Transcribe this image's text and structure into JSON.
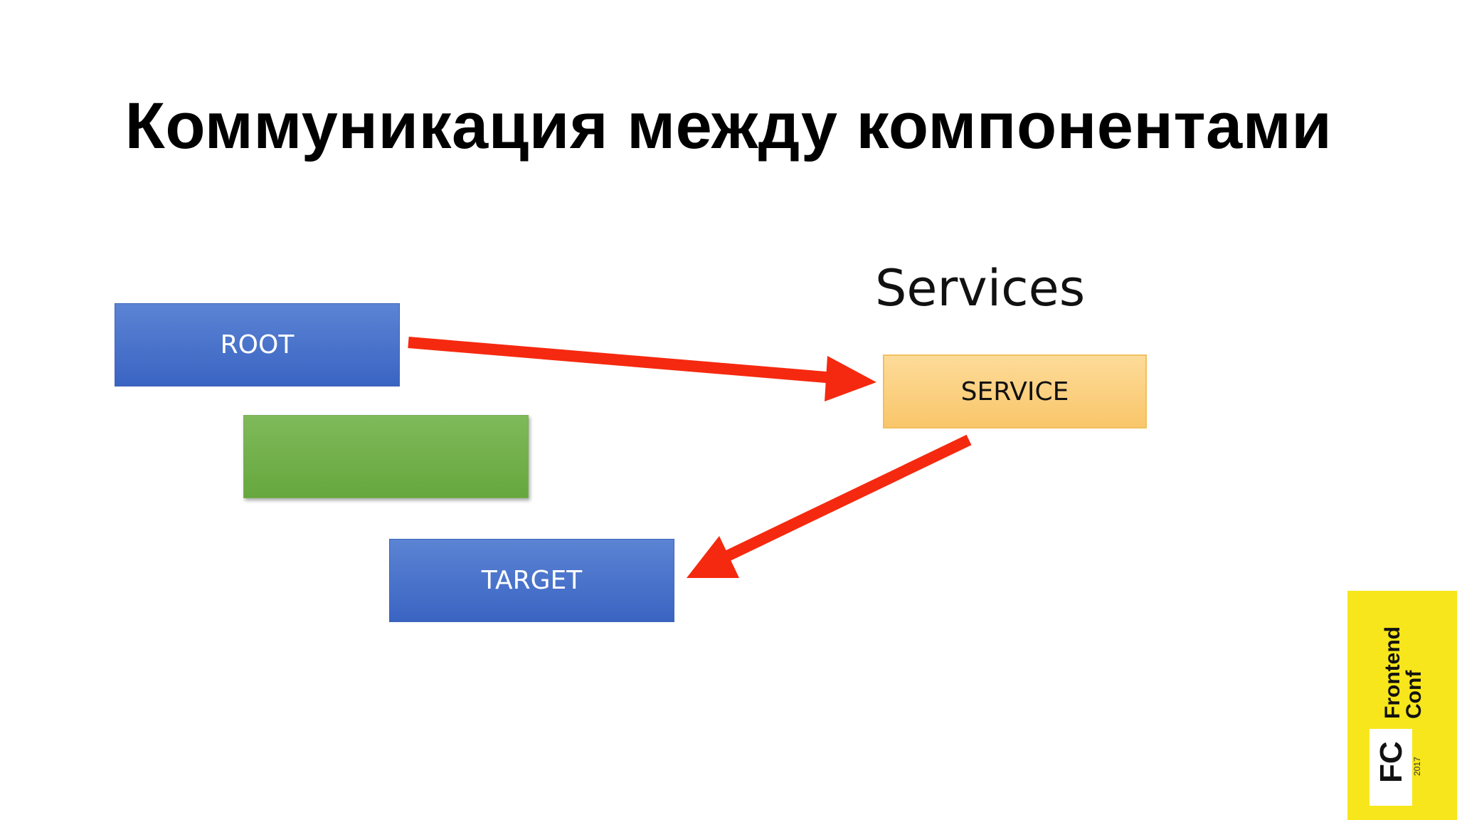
{
  "slide": {
    "title": "Коммуникация между компонентами",
    "services_label": "Services"
  },
  "boxes": {
    "root": "ROOT",
    "middle": "",
    "target": "TARGET",
    "service": "SERVICE"
  },
  "arrows": [
    {
      "from": "root",
      "to": "service",
      "color": "#f5290f"
    },
    {
      "from": "service",
      "to": "target",
      "color": "#f5290f"
    }
  ],
  "logo": {
    "line1": "Frontend",
    "line2": "Conf",
    "initials": "FC",
    "year": "2017",
    "color": "#f7e61b"
  },
  "colors": {
    "blue_box": "#4a74cc",
    "green_box": "#72b04b",
    "service_box": "#fbd27e",
    "arrow": "#f5290f"
  }
}
